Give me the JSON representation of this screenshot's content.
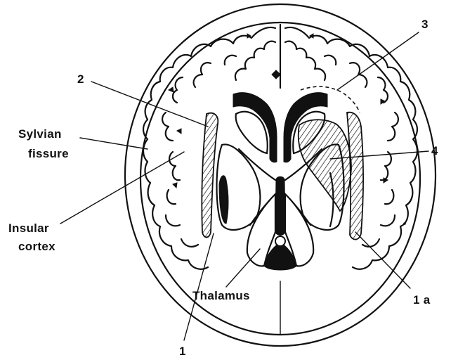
{
  "labels": {
    "label_1": "1",
    "label_1a": "1 a",
    "label_2": "2",
    "label_3": "3",
    "label_4": "4",
    "sylvian_line1": "Sylvian",
    "sylvian_line2": "fissure",
    "insular_line1": "Insular",
    "insular_line2": "cortex",
    "thalamus": "Thalamus"
  }
}
